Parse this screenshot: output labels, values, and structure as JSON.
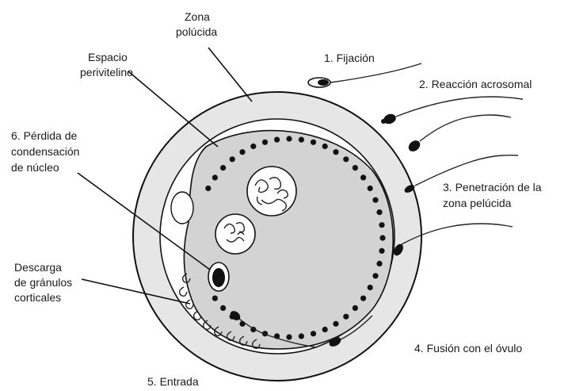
{
  "labels": {
    "zona_pelucida": [
      "Zona",
      "polúcida"
    ],
    "espacio_perivitelino": [
      "Espacio",
      "perivitelino"
    ],
    "perdida_condensacion": [
      "6. Pérdida de",
      "condensación",
      "de núcleo"
    ],
    "descarga_granulos": [
      "Descarga",
      "de gránulos",
      "corticales"
    ],
    "entrada": "5. Entrada",
    "fijacion": "1. Fijación",
    "reaccion_acrosomal": "2. Reacción acrosomal",
    "penetracion": [
      "3. Penetración de la",
      "zona pelúcida"
    ],
    "fusion": "4. Fusión con el óvulo"
  },
  "colors": {
    "zona": "#e6e6e6",
    "cytoplasm": "#d3d3d3",
    "outline": "#111111",
    "white": "#ffffff"
  }
}
